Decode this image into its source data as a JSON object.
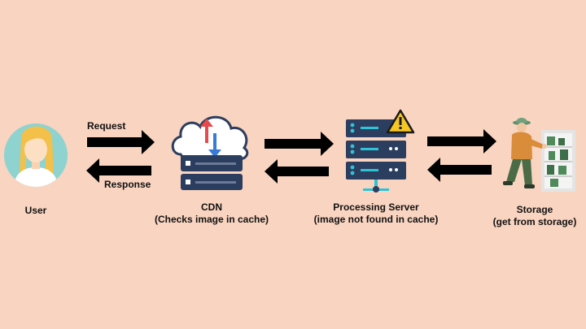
{
  "nodes": {
    "user": {
      "label": "User"
    },
    "cdn": {
      "label": "CDN",
      "sublabel": "(Checks image in cache)"
    },
    "server": {
      "label": "Processing Server",
      "sublabel": "(image not found in cache)"
    },
    "storage": {
      "label": "Storage",
      "sublabel": "(get from storage)"
    }
  },
  "edges": {
    "request": "Request",
    "response": "Response"
  },
  "colors": {
    "background": "#f9d4c0",
    "arrow": "#000000",
    "server_body": "#2c3e5f",
    "server_accent": "#2ec4d6",
    "cloud": "#ffffff",
    "warning": "#f7c824"
  },
  "icons": [
    "user-avatar-icon",
    "cdn-cloud-server-icon",
    "processing-server-icon",
    "warning-icon",
    "storage-worker-icon"
  ]
}
